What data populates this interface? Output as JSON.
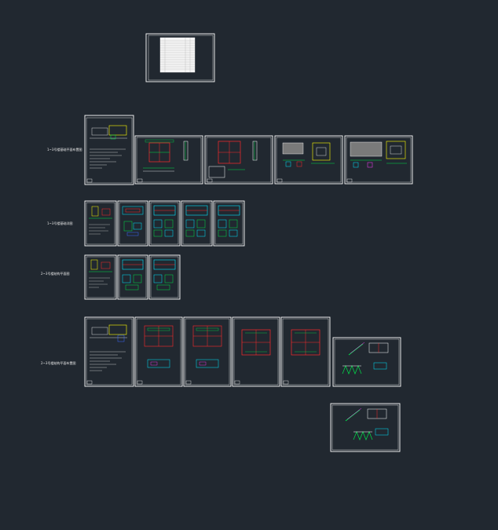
{
  "model_space": {
    "background": "#212830",
    "colors": {
      "frame": "#ffffff",
      "red": "#ff2a2a",
      "green": "#00e04a",
      "yellow": "#ffff00",
      "cyan": "#00e6ff",
      "magenta": "#ff40ff",
      "blue": "#3a6bff",
      "gray": "#8a8a8a"
    },
    "row_labels": [
      "1~3号楼基础平面布置图",
      "1~3号楼基础详图",
      "2~3号楼结构平面图",
      "2~3号楼结构平面布置图"
    ]
  }
}
